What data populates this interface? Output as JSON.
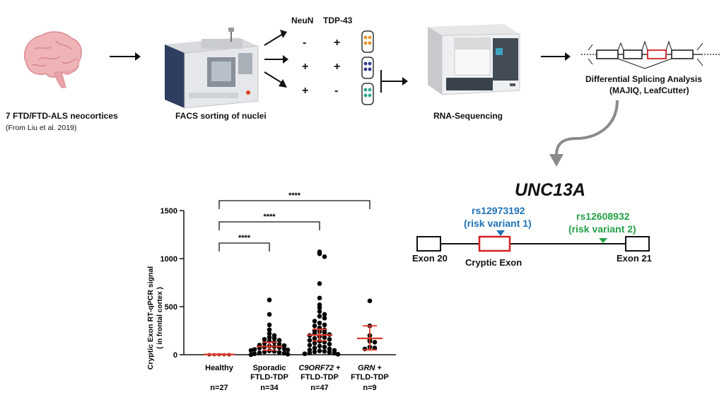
{
  "pipeline": {
    "brain_label": "7 FTD/FTD-ALS neocortices",
    "brain_source": "(From Liu et al. 2019)",
    "facs_label": "FACS sorting of nuclei",
    "marker_headers": [
      "NeuN",
      "TDP-43"
    ],
    "marker_rows": [
      [
        "-",
        "+"
      ],
      [
        "+",
        "+"
      ],
      [
        "+",
        "-"
      ]
    ],
    "tube_colors": [
      "#e9922a",
      "#2b3a8c",
      "#2aa58a"
    ],
    "rnaseq_label": "RNA-Sequencing",
    "splicing_label": "Differential Splicing Analysis",
    "splicing_tools": "(MAJIQ, LeafCutter)"
  },
  "gene": {
    "name": "UNC13A",
    "variant1_id": "rs12973192",
    "variant1_desc": "(risk variant 1)",
    "variant1_color": "#1f73b7",
    "variant2_id": "rs12608932",
    "variant2_desc": "(risk variant 2)",
    "variant2_color": "#23a045",
    "exon_left": "Exon 20",
    "exon_right": "Exon 21",
    "cryptic_label": "Cryptic Exon",
    "cryptic_color": "#d62020"
  },
  "chart_data": {
    "type": "scatter",
    "ylabel": "Cryptic Exon RT-qPCR signal",
    "ylabel_sub": "( in frontal cortex )",
    "ylim": [
      0,
      1500
    ],
    "yticks": [
      0,
      500,
      1000,
      1500
    ],
    "categories": [
      "Healthy",
      "Sporadic FTLD-TDP",
      "C9ORF72 + FTLD-TDP",
      "GRN + FTLD-TDP"
    ],
    "category_lines": [
      [
        "Healthy"
      ],
      [
        "Sporadic",
        "FTLD-TDP"
      ],
      [
        "C9ORF72 +",
        "FTLD-TDP"
      ],
      [
        "GRN +",
        "FTLD-TDP"
      ]
    ],
    "n_labels": [
      "n=27",
      "n=34",
      "n=47",
      "n=9"
    ],
    "significance": [
      "****",
      "****",
      "****"
    ],
    "mean": [
      3,
      85,
      205,
      170
    ],
    "error": [
      [
        0,
        6
      ],
      [
        45,
        130
      ],
      [
        145,
        265
      ],
      [
        50,
        300
      ]
    ],
    "points": [
      [
        0,
        0,
        0,
        0,
        0,
        0,
        0,
        0,
        0,
        0,
        0,
        0,
        0,
        0,
        0,
        0,
        0,
        0,
        0,
        0,
        0,
        0,
        0,
        0,
        0,
        0,
        0
      ],
      [
        570,
        420,
        310,
        260,
        220,
        200,
        180,
        170,
        160,
        150,
        140,
        130,
        120,
        110,
        100,
        95,
        90,
        85,
        80,
        75,
        70,
        60,
        55,
        50,
        45,
        40,
        35,
        30,
        25,
        20,
        15,
        10,
        5,
        0
      ],
      [
        1070,
        1050,
        1020,
        740,
        590,
        520,
        490,
        450,
        420,
        400,
        380,
        350,
        330,
        310,
        300,
        280,
        260,
        250,
        240,
        230,
        220,
        210,
        200,
        190,
        180,
        170,
        160,
        150,
        140,
        130,
        120,
        110,
        100,
        90,
        80,
        70,
        60,
        50,
        45,
        40,
        35,
        30,
        25,
        20,
        15,
        10,
        5
      ],
      [
        560,
        300,
        200,
        150,
        140,
        130,
        80,
        70,
        60
      ]
    ],
    "colors": {
      "points": "#000000",
      "bars": "#e03a2a",
      "healthy": "#a12a2a"
    }
  }
}
